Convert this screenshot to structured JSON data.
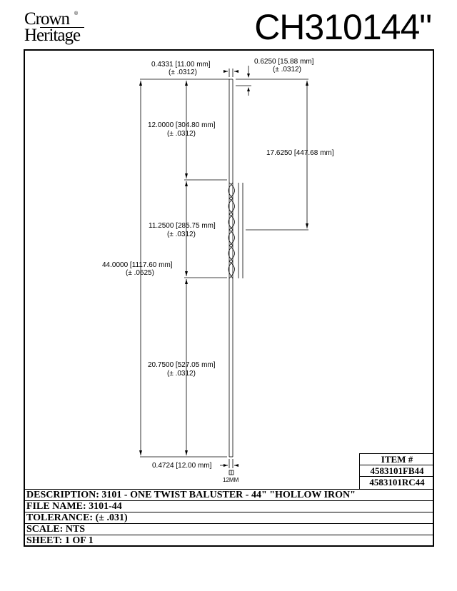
{
  "logo": {
    "line1": "Crown",
    "line2": "Heritage",
    "mark": "®"
  },
  "header": {
    "part_number": "CH310144\""
  },
  "dimensions": {
    "top_width": {
      "value": "0.4331 [11.00 mm]",
      "tol": "(± .0312)"
    },
    "top_offset": {
      "value": "0.6250 [15.88 mm]",
      "tol": "(± .0312)"
    },
    "seg_top": {
      "value": "12.0000 [304.80 mm]",
      "tol": "(± .0312)"
    },
    "to_twist_end": {
      "value": "17.6250 [447.68 mm]"
    },
    "seg_twist": {
      "value": "11.2500 [285.75 mm]",
      "tol": "(± .0312)"
    },
    "overall": {
      "value": "44.0000 [1117.60 mm]",
      "tol": "(± .0625)"
    },
    "seg_bottom": {
      "value": "20.7500 [527.05 mm]",
      "tol": "(± .0312)"
    },
    "bottom_width": {
      "value": "0.4724 [12.00 mm]"
    },
    "section_note": "12MM"
  },
  "item_table": {
    "header": "ITEM #",
    "items": [
      "4583101FB44",
      "4583101RC44"
    ]
  },
  "title_block": {
    "description": "DESCRIPTION: 3101 - ONE TWIST BALUSTER - 44\"  \"HOLLOW IRON\"",
    "file_name": "FILE NAME: 3101-44",
    "tolerance": "TOLERANCE:  (± .031)",
    "scale": "SCALE: NTS",
    "sheet": "SHEET: 1 OF 1"
  }
}
